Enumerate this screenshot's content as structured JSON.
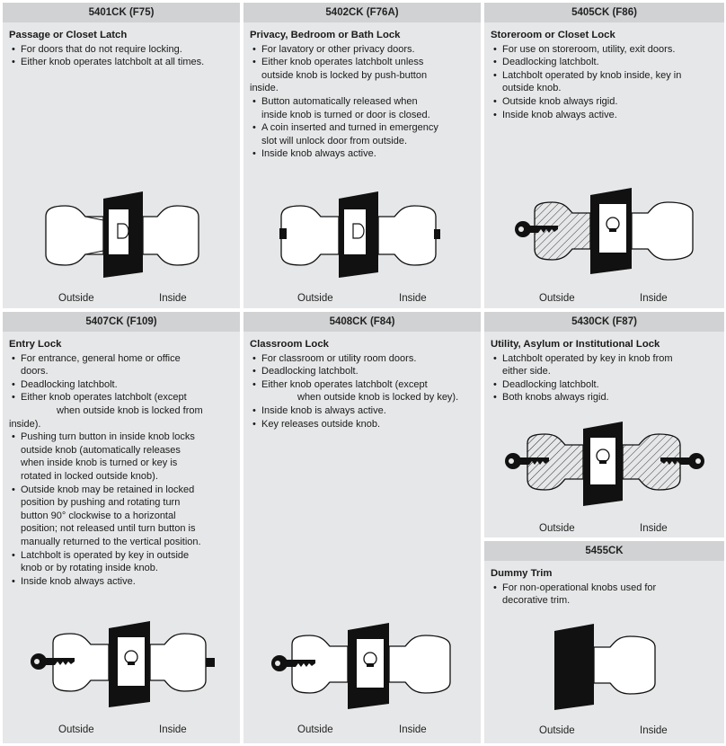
{
  "panels": [
    {
      "header": "5401CK (F75)",
      "title": "Passage or Closet Latch",
      "bullets": [
        {
          "text": "For doors that do not require locking."
        },
        {
          "text": "Either knob operates latchbolt at all times."
        }
      ],
      "labels": {
        "outside": "Outside",
        "inside": "Inside"
      }
    },
    {
      "header": "5402CK (F76A)",
      "title": "Privacy, Bedroom or Bath Lock",
      "bullets": [
        {
          "text": "For lavatory or other privacy doors."
        },
        {
          "text": "Either knob operates latchbolt unless",
          "cont": "outside knob is locked by push-button",
          "cont2": "inside."
        },
        {
          "text": "Button automatically released when",
          "cont": "inside knob is turned or door is closed."
        },
        {
          "text": "A coin inserted and turned in emergency",
          "cont": "slot will unlock door from outside."
        },
        {
          "text": "Inside knob always active."
        }
      ],
      "labels": {
        "outside": "Outside",
        "inside": "Inside"
      }
    },
    {
      "header": "5405CK (F86)",
      "title": "Storeroom or Closet Lock",
      "bullets": [
        {
          "text": "For use on storeroom, utility, exit doors."
        },
        {
          "text": "Deadlocking latchbolt."
        },
        {
          "text": "Latchbolt operated by knob inside, key in",
          "cont": "outside knob."
        },
        {
          "text": "Outside knob always rigid."
        },
        {
          "text": "Inside knob always active."
        }
      ],
      "labels": {
        "outside": "Outside",
        "inside": "Inside"
      }
    },
    {
      "header": "5407CK (F109)",
      "title": "Entry Lock",
      "bullets": [
        {
          "text": "For entrance, general home or office",
          "cont": "doors."
        },
        {
          "text": "Deadlocking latchbolt."
        },
        {
          "text": "Either knob operates latchbolt (except",
          "cont": "when outside knob is locked from",
          "cont2": "inside)."
        },
        {
          "text": "Pushing turn button in inside knob locks",
          "cont": "outside knob (automatically releases",
          "cont2": "when inside knob is turned or key is",
          "cont3": "rotated in locked outside knob)."
        },
        {
          "text": "Outside knob may be retained in locked",
          "cont": "position by pushing and rotating turn",
          "cont2": "button 90° clockwise to a horizontal",
          "cont3": "position; not released until turn button is",
          "cont4": "manually returned to the vertical position."
        },
        {
          "text": "Latchbolt is operated by key in outside",
          "cont": "knob or by rotating inside knob."
        },
        {
          "text": "Inside knob always active."
        }
      ],
      "labels": {
        "outside": "Outside",
        "inside": "Inside"
      }
    },
    {
      "header": "5408CK (F84)",
      "title": "Classroom Lock",
      "bullets": [
        {
          "text": "For classroom or utility room doors."
        },
        {
          "text": "Deadlocking latchbolt."
        },
        {
          "text": "Either knob operates latchbolt (except",
          "cont": "when outside knob is locked by key)."
        },
        {
          "text": "Inside knob is always active."
        },
        {
          "text": "Key releases outside knob."
        }
      ],
      "labels": {
        "outside": "Outside",
        "inside": "Inside"
      }
    },
    {
      "header": "5430CK (F87)",
      "title": "Utility, Asylum or Institutional Lock",
      "bullets": [
        {
          "text": "Latchbolt operated by key in knob from",
          "cont": "either side."
        },
        {
          "text": "Deadlocking latchbolt."
        },
        {
          "text": "Both knobs always rigid."
        }
      ],
      "labels": {
        "outside": "Outside",
        "inside": "Inside"
      }
    },
    {
      "header": "5455CK",
      "title": "Dummy Trim",
      "bullets": [
        {
          "text": "For non-operational knobs used for",
          "cont": "decorative trim."
        }
      ],
      "labels": {
        "outside": "Outside",
        "inside": "Inside"
      }
    }
  ]
}
